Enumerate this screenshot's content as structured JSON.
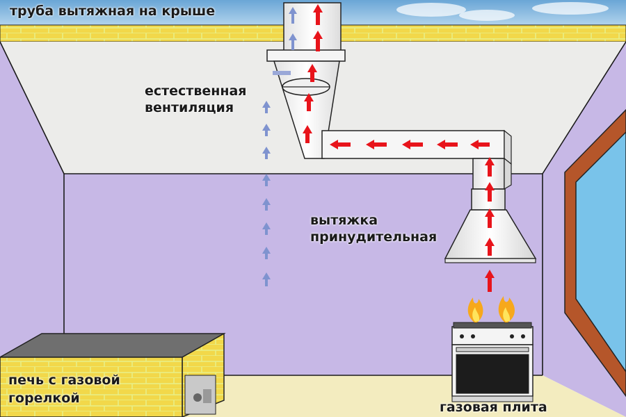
{
  "labels": {
    "roof_pipe": "труба вытяжная на крыше",
    "natural_ventilation_line1": "естественная",
    "natural_ventilation_line2": "вентиляция",
    "forced_exhaust_line1": "вытяжка",
    "forced_exhaust_line2": "принудительная",
    "furnace_line1": "печь с газовой",
    "furnace_line2": "горелкой",
    "gas_stove": "газовая плита"
  },
  "colors": {
    "sky": "#7fb6e0",
    "brick": "#f2d84a",
    "ceiling": "#ececea",
    "wall": "#c7b8e6",
    "floor": "#f3ecbf",
    "window_frame": "#b5562a",
    "window_glass": "#79c3ea",
    "duct": "#f6f6f6",
    "forced_air_arrow": "#e8141b",
    "natural_air_arrow": "#7f93cf",
    "flame": "#f7a81b",
    "stove_body": "#f4f4f4",
    "oven_door": "#1c1c1c"
  },
  "icons": {
    "flame": "flame-icon",
    "arrow": "arrow-icon"
  }
}
